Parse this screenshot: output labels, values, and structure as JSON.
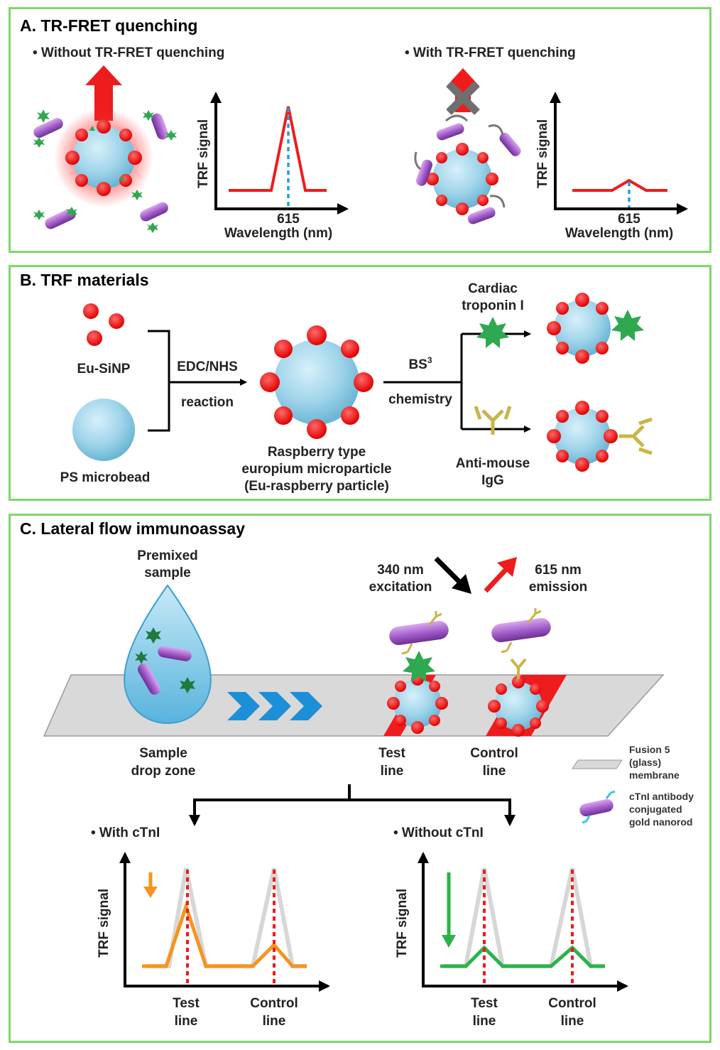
{
  "colors": {
    "panel_border": "#7ed86a",
    "red": "#ee1c1c",
    "bead": "#9fd4ea",
    "antigen_green": "#2fa84f",
    "rod_purple": "#a05bc7",
    "antibody_gold": "#c9b449",
    "dotted_blue": "#1fa0e0",
    "orange": "#f7941d",
    "green_line": "#2bb34a",
    "gray_line": "#d7d7d7",
    "chevron_blue": "#1c8fd8"
  },
  "panelA": {
    "title": "A. TR-FRET quenching",
    "left_bullet": "• Without TR-FRET quenching",
    "right_bullet": "• With TR-FRET quenching",
    "ylabel": "TRF signal",
    "xlabel": "Wavelength (nm)",
    "xtick": "615"
  },
  "panelB": {
    "title": "B. TRF materials",
    "eu_sinp": "Eu-SiNP",
    "ps_microbead": "PS microbead",
    "edc_nhs": "EDC/NHS",
    "reaction": "reaction",
    "raspberry_1": "Raspberry type",
    "raspberry_2": "europium microparticle",
    "raspberry_3": "(Eu-raspberry particle)",
    "bs3": "BS",
    "bs3_sup": "3",
    "chemistry": "chemistry",
    "cardiac_1": "Cardiac",
    "cardiac_2": "troponin I",
    "antimouse_1": "Anti-mouse",
    "antimouse_2": "IgG"
  },
  "panelC": {
    "title": "C. Lateral flow immunoassay",
    "premixed_1": "Premixed",
    "premixed_2": "sample",
    "excitation_1": "340 nm",
    "excitation_2": "excitation",
    "emission_1": "615 nm",
    "emission_2": "emission",
    "drop_zone_1": "Sample",
    "drop_zone_2": "drop zone",
    "test_1": "Test",
    "test_2": "line",
    "control_1": "Control",
    "control_2": "line",
    "legend_fusion_1": "Fusion 5",
    "legend_fusion_2": "(glass)",
    "legend_fusion_3": "membrane",
    "legend_rod_1": "cTnI antibody",
    "legend_rod_2": "conjugated",
    "legend_rod_3": "gold nanorod",
    "with_ctni": "• With cTnI",
    "without_ctni": "• Without cTnI",
    "ylabel": "TRF signal",
    "x_test_1": "Test",
    "x_test_2": "line",
    "x_control_1": "Control",
    "x_control_2": "line"
  }
}
